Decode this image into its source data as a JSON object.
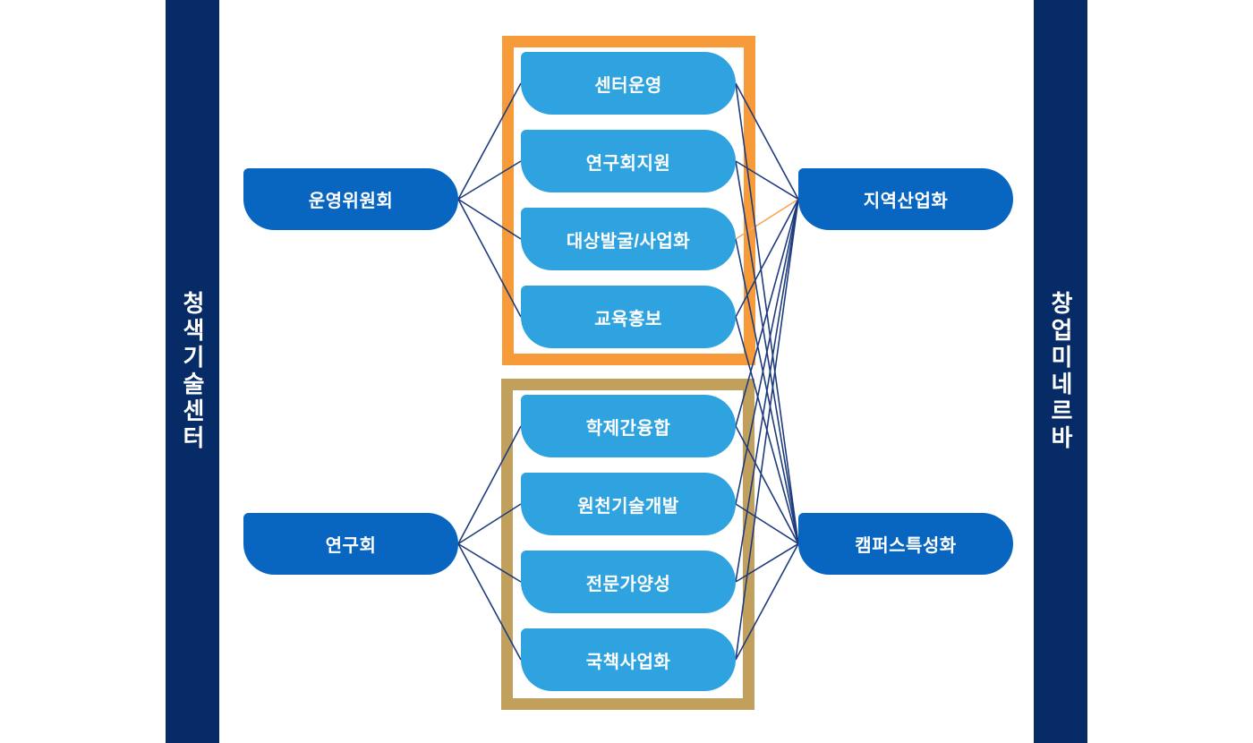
{
  "sidebars": {
    "left": {
      "label": "청색기술센터"
    },
    "right": {
      "label": "창업미네르바"
    }
  },
  "colors": {
    "bg": "#ffffff",
    "sidebar": "#062b66",
    "primary_node": "#0866c0",
    "secondary_node": "#2fa3e0",
    "group_top_border": "#f79a3a",
    "group_bottom_border": "#c1a05e",
    "edge": "#1e3c7d",
    "edge_accent": "#f9a85a",
    "node_text": "#ffffff"
  },
  "nodes": {
    "committee": "운영위원회",
    "research": "연구회",
    "t0": "센터운영",
    "t1": "연구회지원",
    "t2": "대상발굴/사업화",
    "t3": "교육홍보",
    "b0": "학제간융합",
    "b1": "원천기술개발",
    "b2": "전문가양성",
    "b3": "국책사업화",
    "regional": "지역산업화",
    "campus": "캠퍼스특성화"
  },
  "edges": [
    {
      "from": "committee",
      "to": "t0"
    },
    {
      "from": "committee",
      "to": "t1"
    },
    {
      "from": "committee",
      "to": "t2"
    },
    {
      "from": "committee",
      "to": "t3"
    },
    {
      "from": "research",
      "to": "b0"
    },
    {
      "from": "research",
      "to": "b1"
    },
    {
      "from": "research",
      "to": "b2"
    },
    {
      "from": "research",
      "to": "b3"
    },
    {
      "from": "t0",
      "to": "regional"
    },
    {
      "from": "t1",
      "to": "regional"
    },
    {
      "from": "t2",
      "to": "regional",
      "accent": true
    },
    {
      "from": "t3",
      "to": "regional"
    },
    {
      "from": "t0",
      "to": "campus"
    },
    {
      "from": "t1",
      "to": "campus"
    },
    {
      "from": "t2",
      "to": "campus"
    },
    {
      "from": "t3",
      "to": "campus"
    },
    {
      "from": "b0",
      "to": "regional"
    },
    {
      "from": "b1",
      "to": "regional"
    },
    {
      "from": "b2",
      "to": "regional"
    },
    {
      "from": "b3",
      "to": "regional"
    },
    {
      "from": "b0",
      "to": "campus"
    },
    {
      "from": "b1",
      "to": "campus"
    },
    {
      "from": "b2",
      "to": "campus"
    },
    {
      "from": "b3",
      "to": "campus"
    }
  ]
}
